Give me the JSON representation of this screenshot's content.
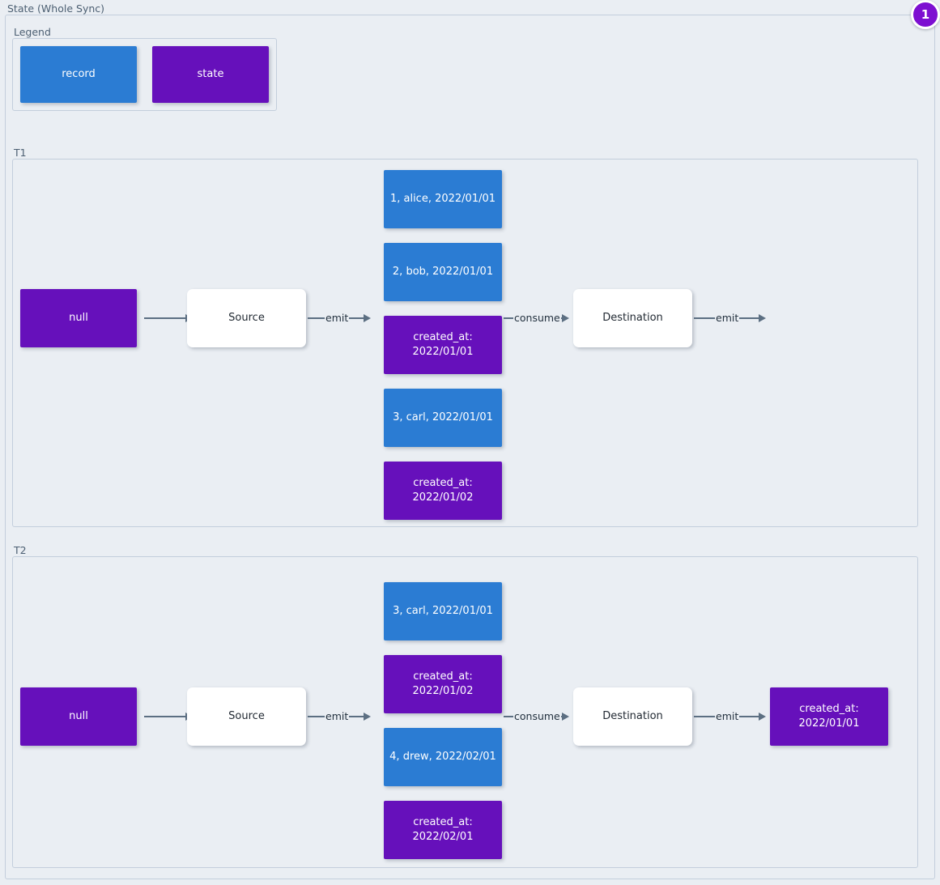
{
  "diagram": {
    "title": "State (Whole Sync)",
    "badge": "1",
    "colors": {
      "record": "#2b7cd3",
      "state": "#6610bb",
      "process": "#ffffff",
      "background": "#eaeef3",
      "border": "#c3cedc",
      "edge": "#5c6f82",
      "badge": "#7d0fd1"
    }
  },
  "legend": {
    "title": "Legend",
    "items": [
      {
        "label": "record",
        "kind": "record"
      },
      {
        "label": "state",
        "kind": "state"
      }
    ]
  },
  "lanes": [
    {
      "title": "T1",
      "nodes": {
        "initial_state": "null",
        "source": "Source",
        "destination": "Destination",
        "emitted": [
          {
            "label": "1, alice, 2022/01/01",
            "kind": "record"
          },
          {
            "label": "2, bob, 2022/01/01",
            "kind": "record"
          },
          {
            "label": "created_at:\n2022/01/01",
            "kind": "state"
          },
          {
            "label": "3, carl, 2022/01/01",
            "kind": "record"
          },
          {
            "label": "created_at:\n2022/01/02",
            "kind": "state"
          }
        ],
        "output_state": null
      },
      "edges": {
        "state_to_source": "",
        "source_emit": "emit",
        "consume": "consume",
        "destination_emit": "emit"
      }
    },
    {
      "title": "T2",
      "nodes": {
        "initial_state": "null",
        "source": "Source",
        "destination": "Destination",
        "emitted": [
          {
            "label": "3, carl, 2022/01/01",
            "kind": "record"
          },
          {
            "label": "created_at:\n2022/01/02",
            "kind": "state"
          },
          {
            "label": "4, drew, 2022/02/01",
            "kind": "record"
          },
          {
            "label": "created_at:\n2022/02/01",
            "kind": "state"
          }
        ],
        "output_state": "created_at:\n2022/01/01"
      },
      "edges": {
        "state_to_source": "",
        "source_emit": "emit",
        "consume": "consume",
        "destination_emit": "emit"
      }
    }
  ]
}
